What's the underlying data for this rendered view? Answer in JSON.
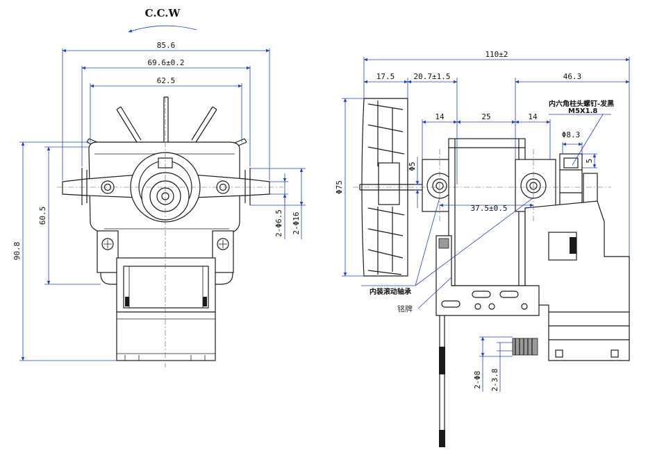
{
  "rotation_label": "C.C.W",
  "colors": {
    "dimension": "#1f3fd6",
    "outline": "#1a1a1a"
  },
  "front_view": {
    "dims": {
      "overall_width": "85.6",
      "hole_pitch": "69.6±0.2",
      "body_width": "62.5",
      "height_top": "60.5",
      "height_overall": "90.8",
      "hole_dia": "2-Φ6.5",
      "boss_dia": "2-Φ16"
    }
  },
  "side_view": {
    "dims": {
      "overall_length": "110±2",
      "fan_width": "17.5",
      "shaft_gap": "20.7±1.5",
      "right_length": "46.3",
      "left_span": "14",
      "middle_span": "25",
      "right_span": "14",
      "fan_dia": "Φ75",
      "shaft_dia": "Φ5",
      "screw_dia": "Φ8.3",
      "screw_height": "5",
      "bearing_pitch": "37.5±0.5",
      "lead_dia": "2-Φ8",
      "lead_inner": "2-3.8"
    },
    "notes": {
      "screw": "内六角柱头螺钉-发黑",
      "screw_spec": "M5X1.8",
      "bearing": "内装滚动轴承",
      "nameplate": "铭牌"
    }
  }
}
